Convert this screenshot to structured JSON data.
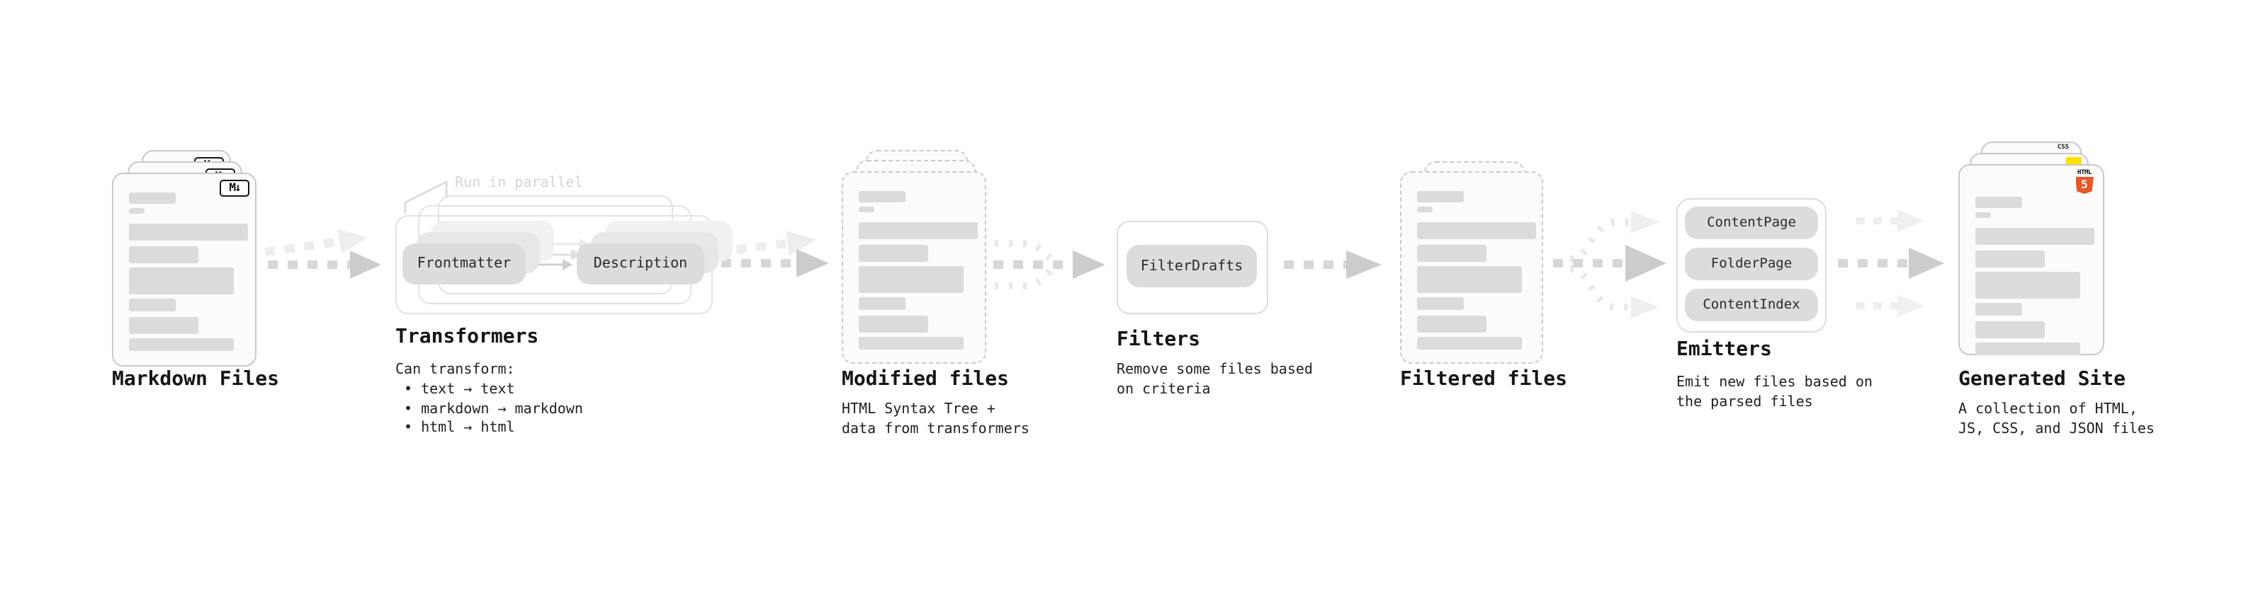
{
  "colors": {
    "html5_orange": "#e8562a",
    "js_yellow": "#ffe100",
    "css_blue": "#2e6bff"
  },
  "stages": {
    "markdown_files": {
      "label": "Markdown Files",
      "badge": "M↓"
    },
    "transformers": {
      "callout": "Run in parallel",
      "pill_left": "Frontmatter",
      "pill_right": "Description",
      "heading": "Transformers",
      "intro": "Can transform:",
      "bullets": [
        "• text → text",
        "• markdown → markdown",
        "• html → html"
      ]
    },
    "modified_files": {
      "heading": "Modified files",
      "subtitle": [
        "HTML Syntax Tree +",
        "data from transformers"
      ]
    },
    "filters": {
      "pill": "FilterDrafts",
      "heading": "Filters",
      "subtitle": [
        "Remove some files based",
        "on criteria"
      ]
    },
    "filtered_files": {
      "heading": "Filtered files"
    },
    "emitters": {
      "pills": [
        "ContentPage",
        "FolderPage",
        "ContentIndex"
      ],
      "heading": "Emitters",
      "subtitle": [
        "Emit new files based on",
        "the parsed files"
      ]
    },
    "generated_site": {
      "heading": "Generated Site",
      "subtitle": [
        "A collection of HTML,",
        "JS, CSS, and JSON files"
      ],
      "css_badge": "CSS",
      "html_badge_label": "HTML",
      "html_badge_number": "5"
    }
  }
}
